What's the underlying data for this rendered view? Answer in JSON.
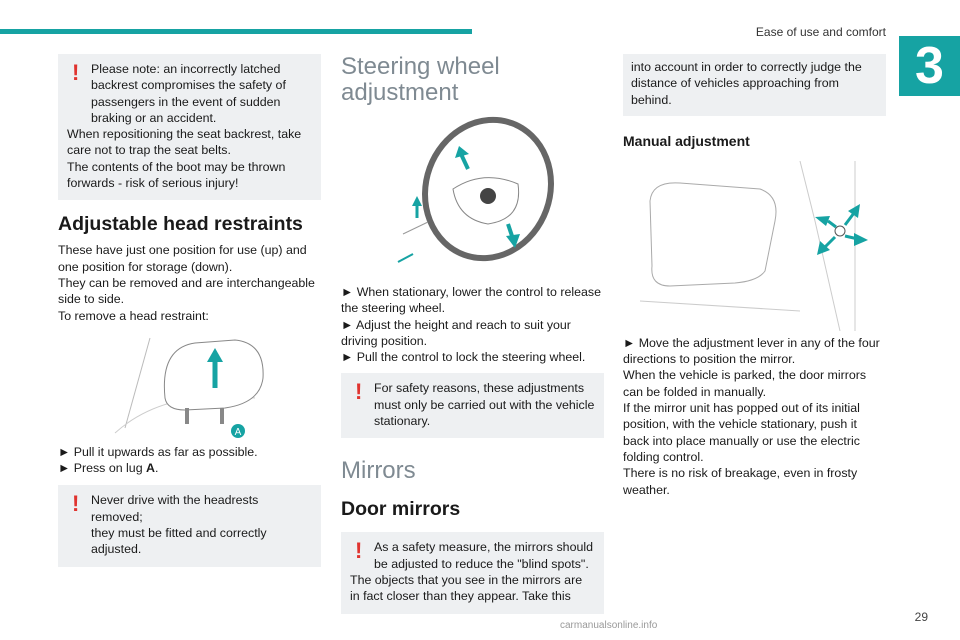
{
  "header": {
    "section_title": "Ease of use and comfort",
    "chapter_number": "3",
    "page_number": "29"
  },
  "col1": {
    "note1": {
      "line1": "Please note: an incorrectly latched",
      "rest": "backrest compromises the safety of passengers in the event of sudden braking or an accident.",
      "p2": "When repositioning the seat backrest, take care not to trap the seat belts.",
      "p3": "The contents of the boot may be thrown forwards - risk of serious injury!"
    },
    "heading": "Adjustable head restraints",
    "p1": "These have just one position for use (up) and one position for storage (down).",
    "p2": "They can be removed and are interchangeable side to side.",
    "p3": "To remove a head restraint:",
    "figure_label": "A",
    "bullet1": "► Pull it upwards as far as possible.",
    "bullet2_prefix": "► Press on lug ",
    "bullet2_bold": "A",
    "bullet2_suffix": ".",
    "note2": {
      "line1": "Never drive with the headrests removed;",
      "rest": "they must be fitted and correctly adjusted."
    }
  },
  "col2": {
    "heading1": "Steering wheel adjustment",
    "bullet1": "► When stationary, lower the control to release the steering wheel.",
    "bullet2": "► Adjust the height and reach to suit your driving position.",
    "bullet3": "► Pull the control to lock the steering wheel.",
    "note1": {
      "line1": "For safety reasons, these adjustments",
      "rest": "must only be carried out with the vehicle stationary."
    },
    "heading2": "Mirrors",
    "heading3": "Door mirrors",
    "note2": {
      "line1": "As a safety measure, the mirrors should",
      "rest": "be adjusted to reduce the \"blind spots\".",
      "p2": "The objects that you see in the mirrors are in fact closer than they appear. Take this"
    }
  },
  "col3": {
    "note_cont": "into account in order to correctly judge the distance of vehicles approaching from behind.",
    "heading": "Manual adjustment",
    "bullet1": "► Move the adjustment lever in any of the four directions to position the mirror.",
    "p1": "When the vehicle is parked, the door mirrors can be folded in manually.",
    "p2": "If the mirror unit has popped out of its initial position, with the vehicle stationary, push it back into place manually or use the electric folding control.",
    "p3": "There is no risk of breakage, even in frosty weather."
  },
  "watermark": "carmanualsonline.info",
  "colors": {
    "accent": "#16a3a3",
    "warning": "#e0332f",
    "note_bg": "#eef0f2",
    "heading_grey": "#7f8a92"
  }
}
